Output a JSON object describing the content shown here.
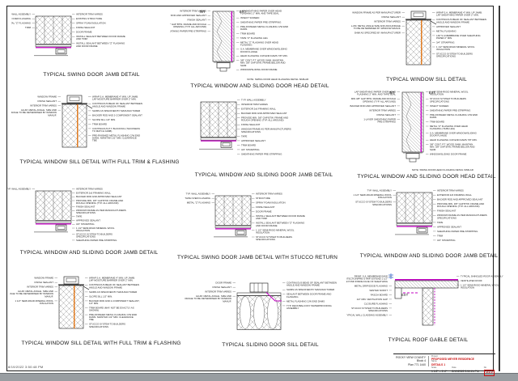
{
  "sheet": {
    "timestamp": "8/19/2022 3:50:48 PM",
    "accent_magenta": "#c000c0",
    "accent_orange": "#e07b20",
    "accent_red": "#cc1111",
    "accent_blue": "#3366cc"
  },
  "title_block": {
    "county": "ROCKY VIEW COUNTY",
    "block": "Block 4",
    "plan": "Plan 771 1440",
    "project_label": "Project",
    "project": "PROPOSED MEYER RESIDENCE",
    "name_label": "Name",
    "sheet_name": "DETAILS 1",
    "scale_label": "Scale",
    "scale": "1 1/2\" = 1'-0\"",
    "date_label": "Date",
    "date": "8/19/2022 3:50:24 PM",
    "number_label": "No.",
    "number": "D1.0"
  },
  "details": [
    {
      "title": "TYPICAL SWING DOOR JAMB DETAIL",
      "left": [
        "TYP. WALL ASSEMBLY",
        "TAPE OVER FLASHING",
        "METAL \"Z\" FLASHING",
        "TRIM"
      ],
      "right": [
        "INTERIOR TRIM VARIES",
        "EXISTING STRUCTURE",
        "SPRAY FOAM INSULATION",
        "FINISH SEALANT",
        "DOOR FRAME",
        "INSTALL SEALANT BETWEEN DOOR FRAME AND TRIM",
        "INSTALL SEALANT BETWEEN \"Z\" FLASHING AND DOOR FRAME"
      ],
      "note": "",
      "int_ext": []
    },
    {
      "title": "TYPICAL WINDOW AND SLIDING DOOR HEAD DETAIL",
      "left": [
        "INTERIOR TRIM VARIES",
        "BACKER ROD AND APPROVED SEALANT",
        "FINISH SEALANT",
        "MIN 3/8\" GAP BTW. FRAME AND ROUGH OPENING (TYP. ALL AROUND)",
        "SHEATHING PAPER PRE-STRIPPING"
      ],
      "right": [
        "LAP SHEATHING PAPER OVER HEAD FLASHING 2\" MIN. AND TAPE SEAL",
        "INSECT SCREEN",
        "SHEATHING PAPER PRE-STRIPPING",
        "PRE-FINISHED METAL FLASHING C/W END DAMS",
        "TRIM BOARD",
        "TAPE \"Z\" FLASHING LEG",
        "METAL \"Z\" FLASHING OVER HEAD FLASHING",
        "S.A. MEMBRANE OVER WINDOW/SLIDING DOOR FLANGE",
        "HEAD FLASHING C/W END DAMS 7/8\" MIN.",
        "3/8\" CONT. P.T. WOOD SHIM. MAINTAIN MIN. 3/8\" GAP BTW. FRAME BELOW AND SHIM",
        "WINDOW/SLIDING DOOR FRAME"
      ],
      "note": "NOTE: SWING DOOR HEAD FLASHING DETAIL SIMILAR",
      "int_ext": [
        "INT",
        "EXT"
      ]
    },
    {
      "title": "TYPICAL WINDOW SILL DETAIL",
      "left": [
        "WINDOW FRAME AS PER MANUFACTURER",
        "FINISH SEALANT",
        "INTERIOR TRIM VARIES",
        "ALUM. METAL ANGLE SIZE AND ANCHORAGE TO BE DETERMINED BY WINDOW MANUF.",
        "SHIM AS SPECIFIED BY MANUFACTURER"
      ],
      "right": [
        "WRAP S.A. MEMBRANE 4\" MIN. UP JAMB. LAP SHEATHING PAPER OVER 2\" MIN.",
        "CONTINUOUS BEAD OF SEALANT BETWEEN ANGLE AND WINDOW FRAME",
        "APPROVED SEALANT",
        "METAL FLASHING",
        "LAP S.A MEMBRANE OVER SHEATHING PAPER 2\" MIN.",
        "3/4\" STRAPPING",
        "1 1/2\" SEMI-RIGID MINERAL WOOL INSULATION",
        "STUCCO SYSTEM TO BUILDERS SPECIFICATIONS"
      ],
      "note": "",
      "int_ext": []
    },
    {
      "title": "TYPICAL WINDOW SILL DETAIL WITH FULL TRIM & FLASHING",
      "left": [
        "WINDOW FRAME",
        "FINISH SEALANT",
        "INTERIOR TRIM VARIES",
        "ALUM. METAL ANGLE. SIZE AND ANCHORAGE TO BE DETERMINED BY WINDOW MANUF."
      ],
      "right": [
        "WRAP S.A. MEMBRANE 4\" MIN. UP JAMB. LAP MOISTURE BARRIER OVER 2\" MIN.",
        "CONTINUOUS BEAD OF SEALANT BETWEEN ANGLE AND WINDOW FRAME",
        "SHIMS AS SPECIFIED BY MANUFACTURER",
        "BACKER ROD AND 2-COMPONENT SEALANT",
        "SLOPE SILL 1/2\" MIN.",
        "TRIM BOARD",
        "CONTINUOUS P.T. BLOCKING (THICKNESS TO MATCH JAMB)",
        "PRE-FINISHED METAL FLASHING C/W END DAMS. MAINTAIN 1/2\" MIN. CLEARANCE TBE"
      ],
      "note": "",
      "int_ext": []
    },
    {
      "title": "TYPICAL WINDOW AND SLIDING DOOR JAMB DETAIL",
      "left": [],
      "right": [
        "TYP. WALL ASSEMBLY",
        "INTERIOR TRIM VARIES",
        "EXTERIOR 2x6 FRAMING WALL",
        "BACKER ROD AND APPROVED SEALANT",
        "PROVIDE MIN. 3/8\" GAP BTW. FRAME AND ROUGH OPENING (TYP. ALL AROUND)",
        "FINISH SEALANT",
        "WINDOW FRAME AS PER MANUFACTURERS SPECIFICATIONS",
        "TAPE",
        "APPROVED SEALANT",
        "TRIM BOARD",
        "3/4\" STRAPPING",
        "SHEATHING PAPER PRE-STRIPPING"
      ],
      "note": "",
      "int_ext": []
    },
    {
      "title": "TYPICAL WINDOW AND SLIDING DOOR HEAD DETAIL",
      "left": [
        "LAP SHEATHING PAPER OVER HEAD FLASHING 2\" MIN. AND TAPE SEAL",
        "MIN 3/8\" GAP BTW. FRAME AND ROUGH OPENING (TYP. ALL AROUND)",
        "BACKER ROD AND APPROVED SEALANT",
        "INTERIOR TRIM VARIES",
        "FINISH SEALANT",
        "1-LAYER SHEATHING PAPER PRE-STRIPPING"
      ],
      "right": [
        "1 1/2\" SEMI-RIGID MINERAL WOOL INSULATION",
        "STUCCO SYSTEM TO BUILDERS SPECIFICATIONS",
        "INSECT SCREEN",
        "SHEATHING PAPER PRE-STRIPPING",
        "PRE-FINISHED METAL FLASHING C/W END DAMS",
        "TRIM BOARD",
        "METAL \"Z\" FLASHING OVER HEAD FLASHING (TAPE LEG)",
        "S.A. MEMBRANE OVER WINDOW/SLIDING DOOR FLANGE",
        "HEAD FLASHING C/W END DAMS 7/8\" MIN.",
        "3/8\" CONT. P.T. WOOD SHIM. MAINTAIN MIN. 3/8\" GAP BTW. FRAME BELOW AND SHIM",
        "WINDOW/SLIDING DOOR FRAME"
      ],
      "note": "NOTE: SWING DOOR HEAD FLASHING DETAIL SIMILAR",
      "int_ext": [
        "INT",
        "EXT"
      ]
    },
    {
      "title": "TYPICAL WINDOW AND SLIDING DOOR JAMB DETAIL",
      "left": [
        "TYP. WALL ASSEMBLY"
      ],
      "right": [
        "INTERIOR TRIM VARIES",
        "EXTERIOR 2x6 FRAMING WALL",
        "BACKER ROD AND APPROVED SEALANT",
        "PROVIDE MIN. 3/8\" GAP BTW. FRAME AND ROUGH OPENING (TYP. ALL AROUND)",
        "FINISH SEALANT",
        "WINDOW FRAME AS PER MANUFACTURERS SPECIFICATIONS",
        "TAPE",
        "APPROVED SEALANT",
        "3/4\" STRAPPING",
        "1 1/2\" SEMI-RIGID MINERAL WOOL INSULATION",
        "STUCCO SYSTEM TO BUILDERS SPECIFICATIONS",
        "SHEATHING PAPER PRE-STRIPPING"
      ],
      "note": "",
      "int_ext": []
    },
    {
      "title": "TYPICAL SWING DOOR JAMB DETAIL WITH STUCCO RETURN",
      "left": [
        "TYP. WALL ASSEMBLY",
        "TAPE OVER FLASHING",
        "METAL \"Z\" FLASHING"
      ],
      "right": [
        "INTERIOR TRIM VARIES",
        "STRUCTURE",
        "SPRAY FOAM INSULATION",
        "FINISH SEALANT",
        "DOOR FRAME",
        "INSTALL SEALANT BETWEEN DOOR FRAME AND TRIM",
        "INSTALL SEALANT BETWEEN \"Z\" FLASHING AND DOOR FRAME",
        "1 1/2\" SEMI-RIGID MINERAL WOOL INSULATION",
        "STUCCO SYSTEM TO BUILDERS SPECIFICATIONS"
      ],
      "note": "",
      "int_ext": []
    },
    {
      "title": "TYPICAL WINDOW AND SLIDING DOOR JAMB DETAIL",
      "left": [
        "TYP. WALL ASSEMBLY",
        "1 1/2\" SEMI-RIGID MINERAL WOOL INSULATION",
        "STUCCO SYSTEM TO BUILDERS SPECIFICATIONS"
      ],
      "right": [
        "INTERIOR TRIM VARIES",
        "EXTERIOR 2x6 FRAMING WALL",
        "BACKER ROD AND APPROVED SEALANT",
        "PROVIDE MIN. 3/8\" GAP BTW. FRAME AND ROUGH OPENING (TYP. ALL AROUND)",
        "FINISH SEALANT",
        "WINDOW FRAME AS PER MANUFACTURERS SPECIFICATIONS",
        "TAPE",
        "APPROVED SEALANT",
        "SHEATHING PAPER PRE-STRIPPING",
        "TRIM",
        "3/4\" STRAPPING"
      ],
      "note": "",
      "int_ext": []
    },
    {
      "title": "TYPICAL WINDOW SILL DETAIL WITH FULL TRIM & FLASHING",
      "left": [
        "WINDOW FRAME",
        "FINISH SEALANT",
        "INTERIOR TRIM VARIES",
        "ALUM. METAL ANGLE. SIZE AND ANCHORAGE TO BE DETERMINED BY WINDOW MANUF.",
        "1 1/2\" SEMI-RIGID MINERAL WOOL INSULATION"
      ],
      "right": [
        "WRAP S.A. MEMBRANE 4\" MIN. UP JAMB. LAP MOISTURE BARRIER OVER 2\" MIN.",
        "CONTINUOUS BEAD OF SEALANT BETWEEN ANGLE AND WINDOW FRAME",
        "SHIMS AS SPECIFIED BY MANUFACTURER",
        "SLOPE SILL 1/2\" MIN.",
        "BACKER ROD AND 2-COMPONENT SEALANT, 1/2\" MIN.",
        "TRIM BOARD (MAY NOT BE EXACTLY AS SHOWN)",
        "PRE-FINISHED METAL FLASHING C/W END DAMS. MAINTAIN 1/2\" MIN. CLEARANCE TBE",
        "STUCCO SYSTEM TO BUILDERS SPECIFICATIONS"
      ],
      "note": "",
      "int_ext": []
    },
    {
      "title": "TYPICAL SLIDING DOOR SILL DETAIL",
      "left": [
        "DOOR FRAME",
        "FINISH SEALANT",
        "INTERIOR TRIM VARIES",
        "ALUM. METAL ANGLE. SIZE AND ANCHORAGE TO BE DETERMINED BY WINDOW MANUF."
      ],
      "right": [
        "CONTINUOUS BEAD OF SEALANT BETWEEN ANGLE AND WINDOW FRAME",
        "SHIMS AS SPECIFIED BY MANUFACTURER",
        "SEALANT BETWEEN DOOR FRAME AND FLASHING",
        "METAL FLASHING C/W END DAMS",
        "TYP. DECK/BALCONY WATERPROOFING ASSEMBLY"
      ],
      "note": "",
      "int_ext": []
    },
    {
      "title": "TYPICAL ROOF GABLE DETAIL",
      "left": [
        "REINF. S.A. MEMBRANE EAVE PROTECTION/PRE-STRIP. EXTEND 1 1/2\" BEYOND INSIDE FACE OF SHEATHING",
        "METAL DRIP EDGE FLASHING",
        "VENTED SOFFIT",
        "FASCIA BOARD",
        "1/2\" MIN. VENTILATION GAP",
        "CLOSURE FLASHING",
        "STUCCO SYSTEM TO BUILDERS SPECIFICATIONS",
        "TYPICAL WALL CLADDING ASSEMBLY"
      ],
      "right": [
        "TYPICAL SHINGLED ROOF ASSEMBLY",
        "VENTILATED ROOF",
        "1 1/2\" SEMI-RIGID MINERAL WOOL INSULATION"
      ],
      "note": "",
      "int_ext": [
        "EXT"
      ]
    }
  ]
}
